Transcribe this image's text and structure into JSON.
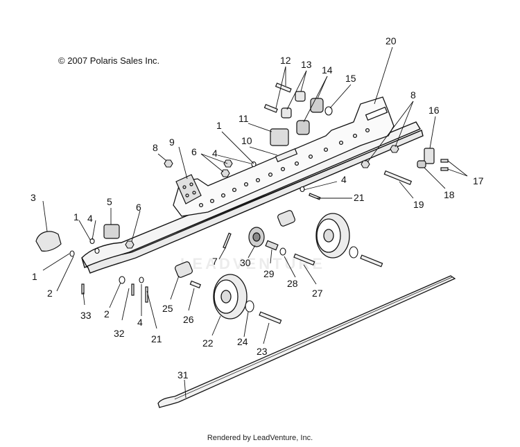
{
  "copyright": "© 2007 Polaris Sales Inc.",
  "footer": "Rendered by LeadVenture, Inc.",
  "watermark": "LEADVENTURE",
  "callouts": [
    {
      "id": "c1a",
      "text": "1"
    },
    {
      "id": "c1b",
      "text": "1"
    },
    {
      "id": "c1c",
      "text": "1"
    },
    {
      "id": "c2a",
      "text": "2"
    },
    {
      "id": "c2b",
      "text": "2"
    },
    {
      "id": "c3",
      "text": "3"
    },
    {
      "id": "c4a",
      "text": "4"
    },
    {
      "id": "c4b",
      "text": "4"
    },
    {
      "id": "c4c",
      "text": "4"
    },
    {
      "id": "c4d",
      "text": "4"
    },
    {
      "id": "c5",
      "text": "5"
    },
    {
      "id": "c6a",
      "text": "6"
    },
    {
      "id": "c6b",
      "text": "6"
    },
    {
      "id": "c7",
      "text": "7"
    },
    {
      "id": "c8a",
      "text": "8"
    },
    {
      "id": "c8b",
      "text": "8"
    },
    {
      "id": "c9",
      "text": "9"
    },
    {
      "id": "c10",
      "text": "10"
    },
    {
      "id": "c11",
      "text": "11"
    },
    {
      "id": "c12",
      "text": "12"
    },
    {
      "id": "c13",
      "text": "13"
    },
    {
      "id": "c14",
      "text": "14"
    },
    {
      "id": "c15",
      "text": "15"
    },
    {
      "id": "c16",
      "text": "16"
    },
    {
      "id": "c17",
      "text": "17"
    },
    {
      "id": "c18",
      "text": "18"
    },
    {
      "id": "c19",
      "text": "19"
    },
    {
      "id": "c20",
      "text": "20"
    },
    {
      "id": "c21a",
      "text": "21"
    },
    {
      "id": "c21b",
      "text": "21"
    },
    {
      "id": "c22",
      "text": "22"
    },
    {
      "id": "c23",
      "text": "23"
    },
    {
      "id": "c24",
      "text": "24"
    },
    {
      "id": "c25",
      "text": "25"
    },
    {
      "id": "c26",
      "text": "26"
    },
    {
      "id": "c27",
      "text": "27"
    },
    {
      "id": "c28",
      "text": "28"
    },
    {
      "id": "c29",
      "text": "29"
    },
    {
      "id": "c30",
      "text": "30"
    },
    {
      "id": "c31",
      "text": "31"
    },
    {
      "id": "c32",
      "text": "32"
    },
    {
      "id": "c33",
      "text": "33"
    }
  ]
}
